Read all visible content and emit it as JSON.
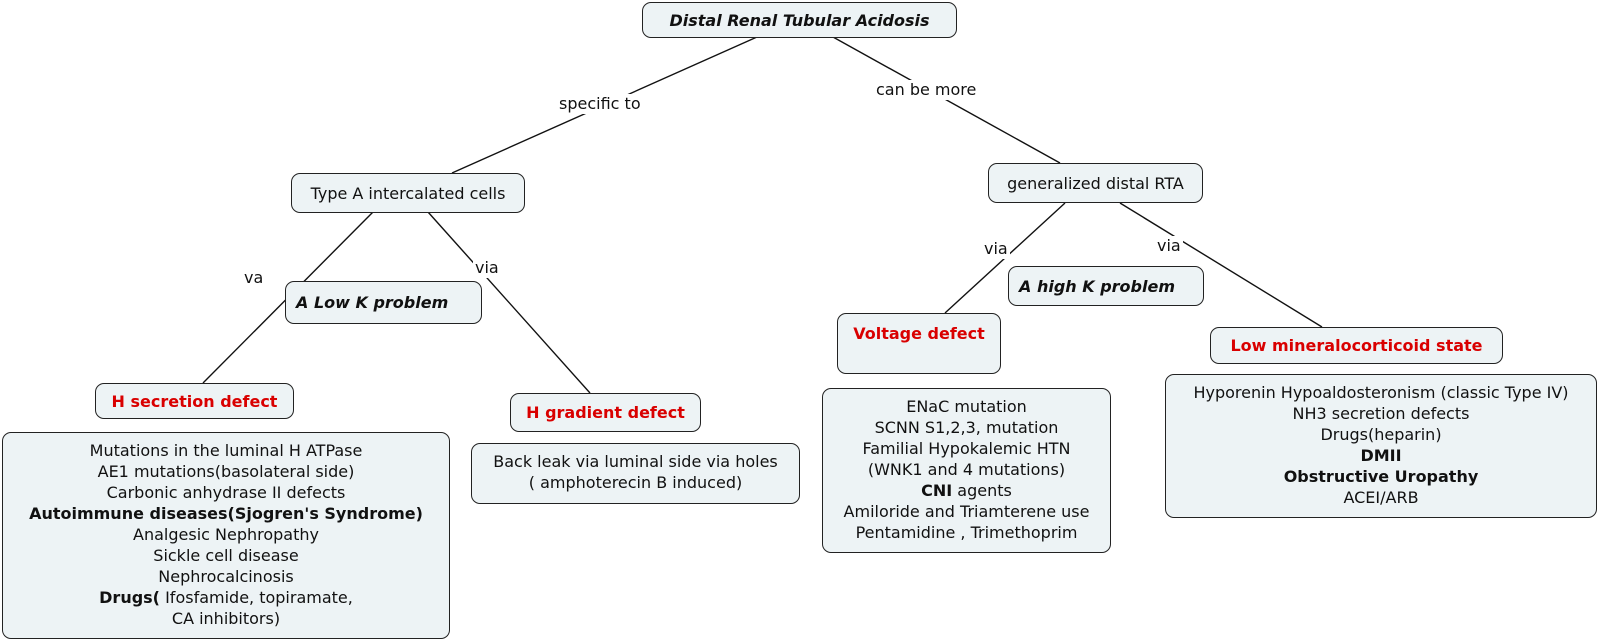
{
  "root": {
    "title": "Distal Renal Tubular Acidosis"
  },
  "labels": {
    "specific_to": "specific to",
    "can_be_more": "can be more",
    "va": "va",
    "via_left": "via",
    "via_right_1": "via",
    "via_right_2": "via"
  },
  "left": {
    "type_a": "Type A intercalated cells",
    "low_k": "A Low K problem",
    "h_secretion": "H secretion defect",
    "h_gradient": "H gradient defect",
    "h_secretion_items": [
      "Mutations in the luminal H ATPase",
      "AE1 mutations(basolateral side)",
      "Carbonic anhydrase II defects",
      "Autoimmune diseases(Sjogren's Syndrome)",
      "Analgesic Nephropathy",
      "Sickle cell disease",
      "Nephrocalcinosis",
      "Drugs(",
      " Ifosfamide, topiramate,",
      "CA inhibitors)"
    ],
    "h_gradient_items": [
      "Back leak via luminal side via holes",
      "( amphoterecin B induced)"
    ]
  },
  "right": {
    "generalized": "generalized distal RTA",
    "high_k": "A high K problem",
    "voltage": "Voltage defect",
    "low_mineralo": "Low mineralocorticoid state",
    "voltage_items": [
      "ENaC mutation",
      "SCNN S1,2,3, mutation",
      "Familial Hypokalemic HTN",
      "(WNK1 and  4 mutations)",
      "CNI",
      " agents",
      "Amiloride and Triamterene use",
      "Pentamidine , Trimethoprim"
    ],
    "mineralo_items": [
      "Hyporenin Hypoaldosteronism (classic Type IV)",
      "NH3 secretion defects",
      "Drugs(heparin)",
      "DMII",
      "Obstructive Uropathy",
      "ACEI/ARB"
    ]
  }
}
